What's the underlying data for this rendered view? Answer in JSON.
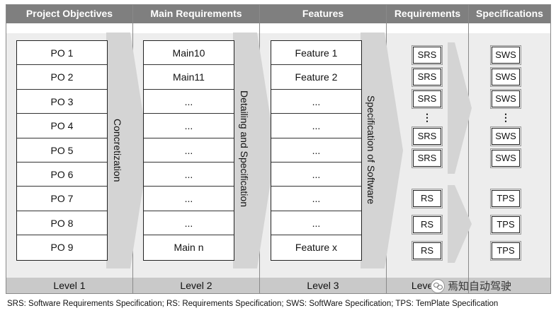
{
  "columns": [
    {
      "header": "Project Objectives",
      "level": "Level 1"
    },
    {
      "header": "Main Requirements",
      "level": "Level 2"
    },
    {
      "header": "Features",
      "level": "Level 3"
    },
    {
      "header": "Requirements",
      "level": "Level 4"
    },
    {
      "header": "Specifications",
      "level": ""
    }
  ],
  "project_objectives": [
    "PO 1",
    "PO 2",
    "PO 3",
    "PO 4",
    "PO 5",
    "PO 6",
    "PO 7",
    "PO 8",
    "PO 9"
  ],
  "main_requirements": [
    "Main10",
    "Main11",
    "...",
    "...",
    "...",
    "...",
    "...",
    "...",
    "Main n"
  ],
  "features": [
    "Feature 1",
    "Feature 2",
    "...",
    "...",
    "...",
    "...",
    "...",
    "...",
    "Feature x"
  ],
  "transitions": [
    "Concretization",
    "Detailing and Specification",
    "Specification of Software"
  ],
  "requirements": {
    "srs": "SRS",
    "rs": "RS",
    "dots": "⋮"
  },
  "specifications": {
    "sws": "SWS",
    "tps": "TPS",
    "dots": "⋮"
  },
  "legend": "SRS: Software Requirements Specification;  RS: Requirements Specification;  SWS: SoftWare Specification;  TPS: TemPlate Specification",
  "watermark": "焉知自动驾驶",
  "colors": {
    "header_bg": "#7f7f7f",
    "footer_bg": "#c9c9c9",
    "band_bg": "#ededed",
    "arrow": "#d4d4d4"
  }
}
